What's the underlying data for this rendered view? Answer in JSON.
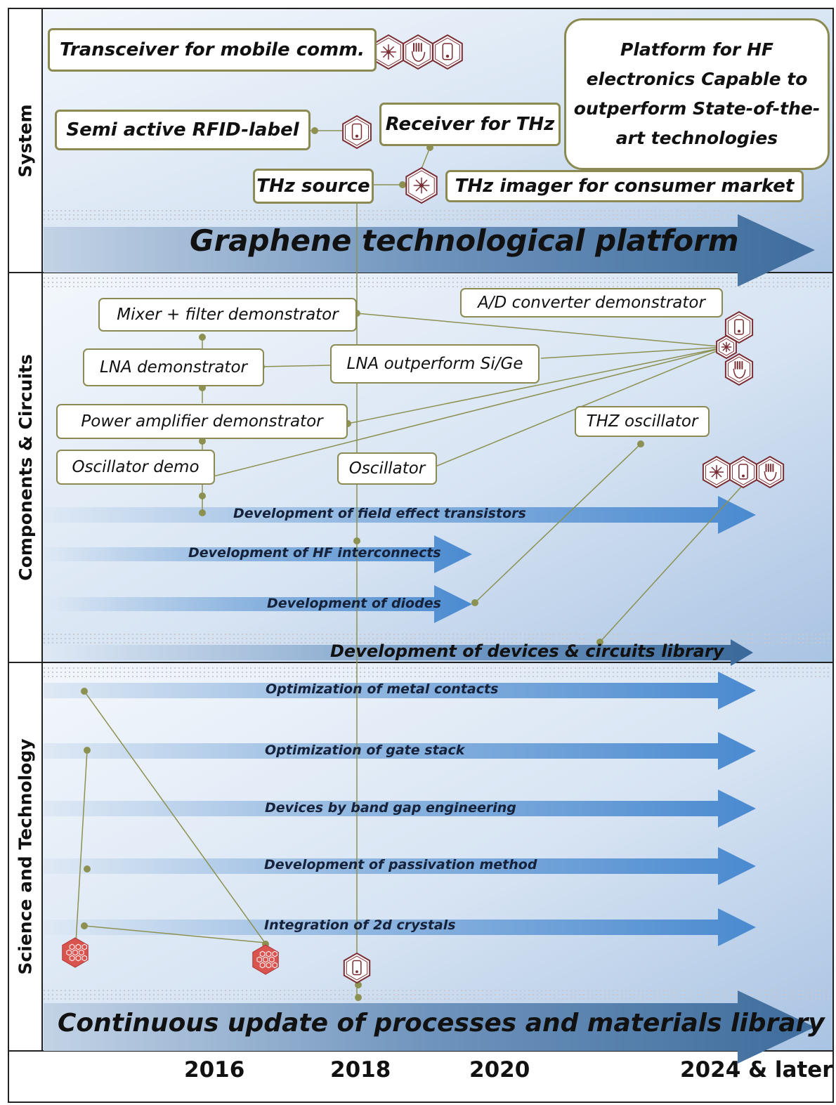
{
  "lanes": {
    "system": "System",
    "components": "Components & Circuits",
    "science": "Science and Technology"
  },
  "system_boxes": {
    "transceiver": "Transceiver for mobile comm.",
    "rfid": "Semi active RFID-label",
    "thz_receiver": "Receiver for THz",
    "thz_source": "THz source",
    "thz_imager": "THz imager for consumer market",
    "platform_goal": "Platform for HF electronics Capable to outperform State-of-the-art technologies"
  },
  "component_boxes": {
    "mixer": "Mixer + filter demonstrator",
    "ad_converter": "A/D converter demonstrator",
    "lna_demo": "LNA demonstrator",
    "lna_outperform": "LNA outperform Si/Ge",
    "power_amp": "Power amplifier demonstrator",
    "thz_oscillator": "THZ oscillator",
    "oscillator_demo": "Oscillator demo",
    "oscillator": "Oscillator"
  },
  "arrows": {
    "platform": "Graphene technological platform",
    "fet": "Development of field effect transistors",
    "interconnects": "Development of HF interconnects",
    "diodes": "Development of diodes",
    "library": "Development of devices & circuits library",
    "metal_contacts": "Optimization of metal contacts",
    "gate_stack": "Optimization of gate stack",
    "band_gap": "Devices by band gap engineering",
    "passivation": "Development of passivation method",
    "crystals_2d": "Integration of 2d crystals",
    "materials_library": "Continuous update of processes and materials library"
  },
  "timeline": [
    "2016",
    "2018",
    "2020",
    "2024 & later"
  ],
  "icons": {
    "transceiver_group": [
      "laser-icon",
      "hand-icon",
      "phone-icon"
    ],
    "rfid": "phone-icon",
    "thz_imager": "laser-icon",
    "components_group": [
      "phone-icon",
      "laser-icon",
      "hand-icon"
    ],
    "oscillator_group": [
      "laser-icon",
      "phone-icon",
      "hand-icon"
    ],
    "science_left": "lattice-icon",
    "science_mid": "lattice-icon",
    "science_bottom": "phone-icon"
  },
  "colors": {
    "lane_blue": "#9fbde0",
    "arrow_dark": "#2f5f92",
    "arrow_light": "#5b9bd5",
    "box_border": "#8a8a52",
    "dot": "#8c9152",
    "icon_stroke": "#7a2e34",
    "lattice_red": "#d9534f"
  }
}
